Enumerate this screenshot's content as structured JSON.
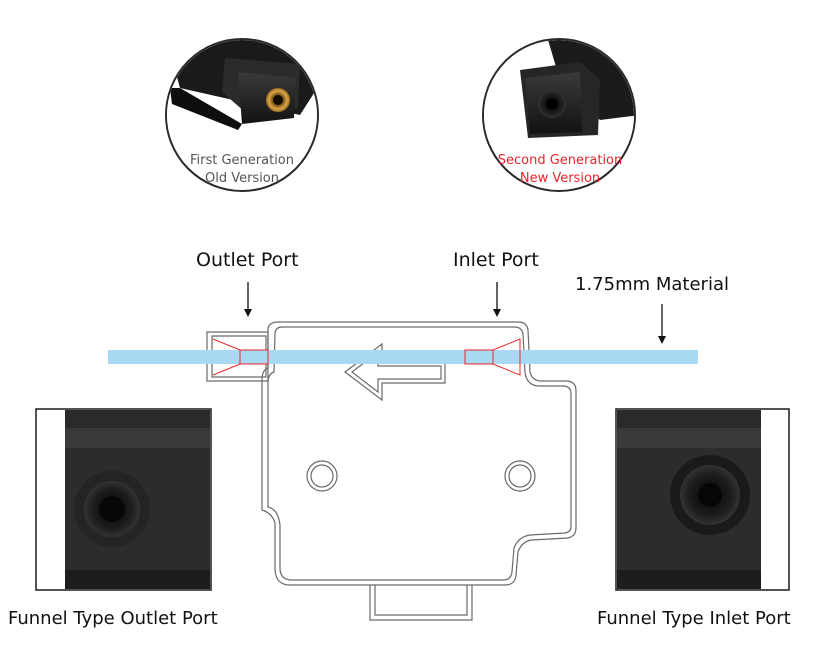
{
  "top_left_circle": {
    "caption_line1": "First Generation",
    "caption_line2": "Old Version",
    "caption_color": "#555555"
  },
  "top_right_circle": {
    "caption_line1": "Second Generation",
    "caption_line2": "New Version",
    "caption_color": "#e8262a"
  },
  "labels": {
    "outlet_port": "Outlet Port",
    "inlet_port": "Inlet Port",
    "material": "1.75mm Material",
    "funnel_outlet": "Funnel Type Outlet Port",
    "funnel_inlet": "Funnel Type Inlet Port"
  },
  "colors": {
    "filament": "#a9d8f2",
    "outline": "#666666",
    "port_lines": "#e8262a",
    "part_dark": "#1c1c1c"
  }
}
